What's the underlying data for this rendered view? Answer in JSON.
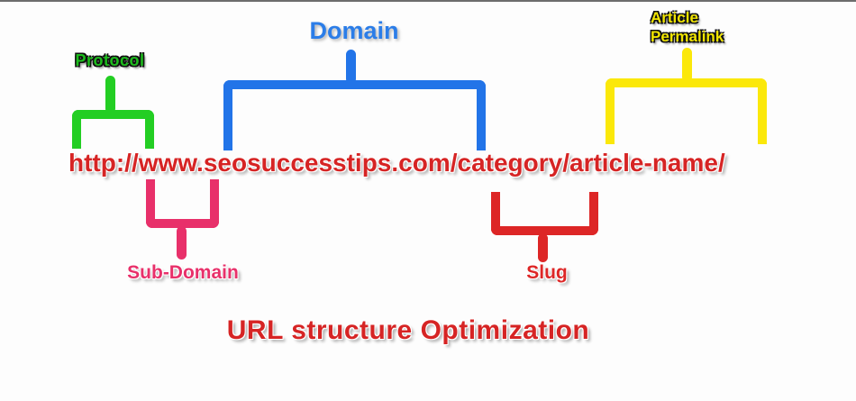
{
  "canvas": {
    "background": "#fdfdfd",
    "top_edge_color": "#3c3c3c"
  },
  "url": {
    "text": "http://www.seosuccesstips.com/category/article-name/",
    "color": "#d62424"
  },
  "title": {
    "text": "URL structure Optimization",
    "color": "#d62424"
  },
  "annotations": {
    "protocol": {
      "label": "Protocol",
      "color": "#23ce23",
      "text_color": "#1dbd1d"
    },
    "domain": {
      "label": "Domain",
      "color": "#2274e8",
      "text_color": "#2b7de8"
    },
    "article_permalink": {
      "label_line1": "Article",
      "label_line2": "Permalink",
      "color": "#fbe80a",
      "text_color": "#f0e400"
    },
    "sub_domain": {
      "label": "Sub-Domain",
      "color": "#e8306a",
      "text_color": "#e8306a"
    },
    "slug": {
      "label": "Slug",
      "color": "#dd2626",
      "text_color": "#dd2626"
    }
  }
}
